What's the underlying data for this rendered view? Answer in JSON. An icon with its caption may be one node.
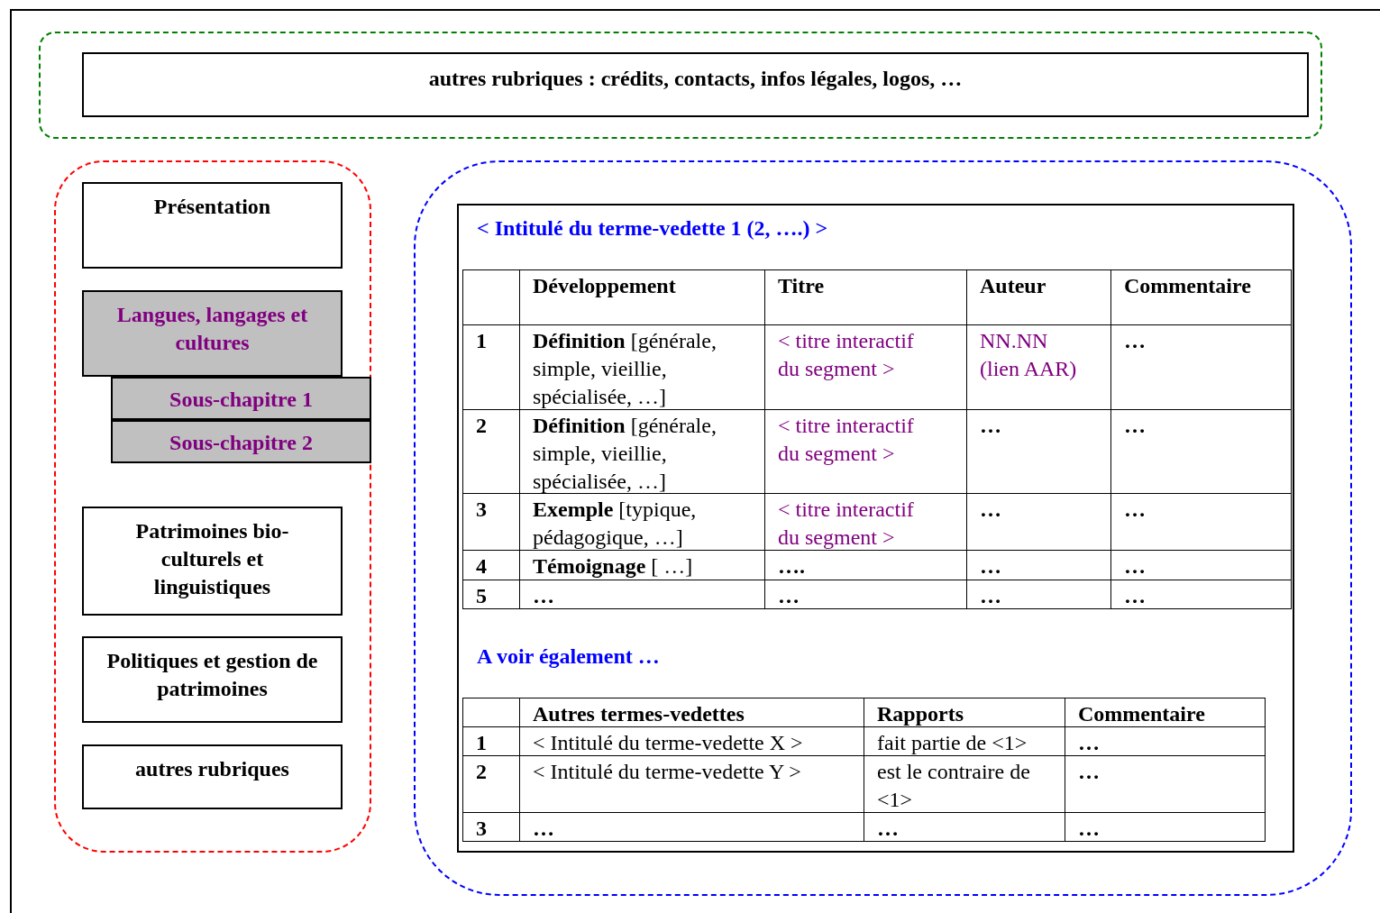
{
  "diagram": {
    "nodes": [
      {
        "text": [],
        "shape": "box"
      },
      {
        "text": [
          "autres rubriques : crédits, contacts, infos légales, logos, …"
        ],
        "in": 0
      },
      {
        "text": [],
        "shape": "box"
      },
      {
        "text": [
          "Présentation"
        ],
        "in": 2
      },
      {
        "text": [
          "Langues, langages et cultures"
        ],
        "in": 2
      },
      {
        "text": [
          "Sous-chapitre 1"
        ],
        "in": 2
      },
      {
        "text": [
          "Sous-chapitre 2"
        ],
        "in": 2
      },
      {
        "text": [
          "Patrimoines bio-culturels et linguistiques"
        ],
        "in": 2
      },
      {
        "text": [
          "Politiques et gestion de patrimoines"
        ],
        "in": 2
      },
      {
        "text": [
          "autres rubriques"
        ],
        "in": 2
      },
      {
        "text": [],
        "shape": "box"
      },
      {
        "text": [
          "< Intitulé du terme-vedette 1 (2, ….) >",
          "A voir également …"
        ],
        "in": 10
      }
    ],
    "labels": [
      "Développement",
      "Titre",
      "Auteur",
      "Commentaire",
      "1",
      "**Définition** [générale, simple, vieillie, spécialisée, …]",
      "< titre interactif du segment >",
      "NN.NN (lien AAR)",
      "…",
      "2",
      "**Définition** [générale, simple, vieillie, spécialisée, …]",
      "< titre interactif du segment >",
      "…",
      "…",
      "3",
      "**Exemple** [typique, pédagogique, …]",
      "< titre interactif du segment >",
      "…",
      "…",
      "4",
      "**Témoignage** [ …]",
      "….",
      "…",
      "…",
      "5",
      "…",
      "…",
      "…",
      "…",
      "Autres termes-vedettes",
      "Rapports",
      "Commentaire",
      "1",
      "< Intitulé du terme-vedette X >",
      "fait partie de <1>",
      "…",
      "2",
      "< Intitulé du terme-vedette Y >",
      "est le contraire de <1>",
      "…",
      "3",
      "…",
      "…",
      "…"
    ]
  }
}
